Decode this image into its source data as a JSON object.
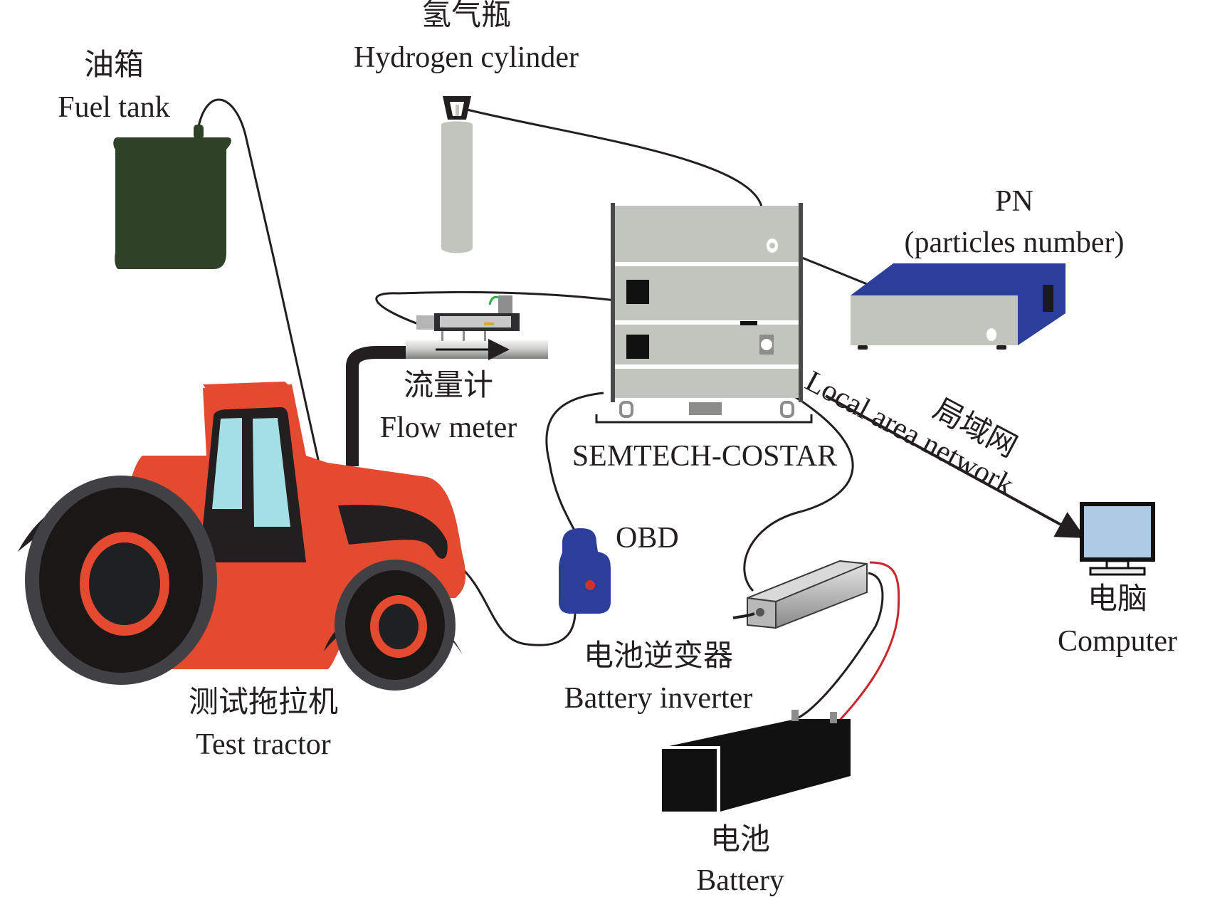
{
  "title": "Tractor emission test system diagram",
  "components": {
    "fuel_tank": {
      "zh": "油箱",
      "en": "Fuel tank"
    },
    "hydrogen_cylinder": {
      "zh": "氢气瓶",
      "en": "Hydrogen cylinder"
    },
    "pn": {
      "title": "PN",
      "en": "(particles number)"
    },
    "flow_meter": {
      "zh": "流量计",
      "en": "Flow meter"
    },
    "semtech": {
      "en": "SEMTECH-COSTAR"
    },
    "lan": {
      "zh": "局域网",
      "en": "Local area network"
    },
    "obd": {
      "en": "OBD"
    },
    "computer": {
      "zh": "电脑",
      "en": "Computer"
    },
    "tractor": {
      "zh": "测试拖拉机",
      "en": "Test tractor"
    },
    "inverter": {
      "zh": "电池逆变器",
      "en": "Battery inverter"
    },
    "battery": {
      "zh": "电池",
      "en": "Battery"
    }
  },
  "colors": {
    "tractor_body": "#e34a2f",
    "tractor_dark": "#231f20",
    "tire_rim": "#414045",
    "window": "#a5dfe6",
    "fuel_tank": "#2d4226",
    "cylinder": "#c2c4be",
    "analyzer": "#c2c4be",
    "pn_blue": "#2b3f9a",
    "obd_blue": "#2b3f9a",
    "obd_dot": "#d0312d",
    "screen": "#aecbe5",
    "cable": "#231f20",
    "red_cable": "#c9252c"
  }
}
